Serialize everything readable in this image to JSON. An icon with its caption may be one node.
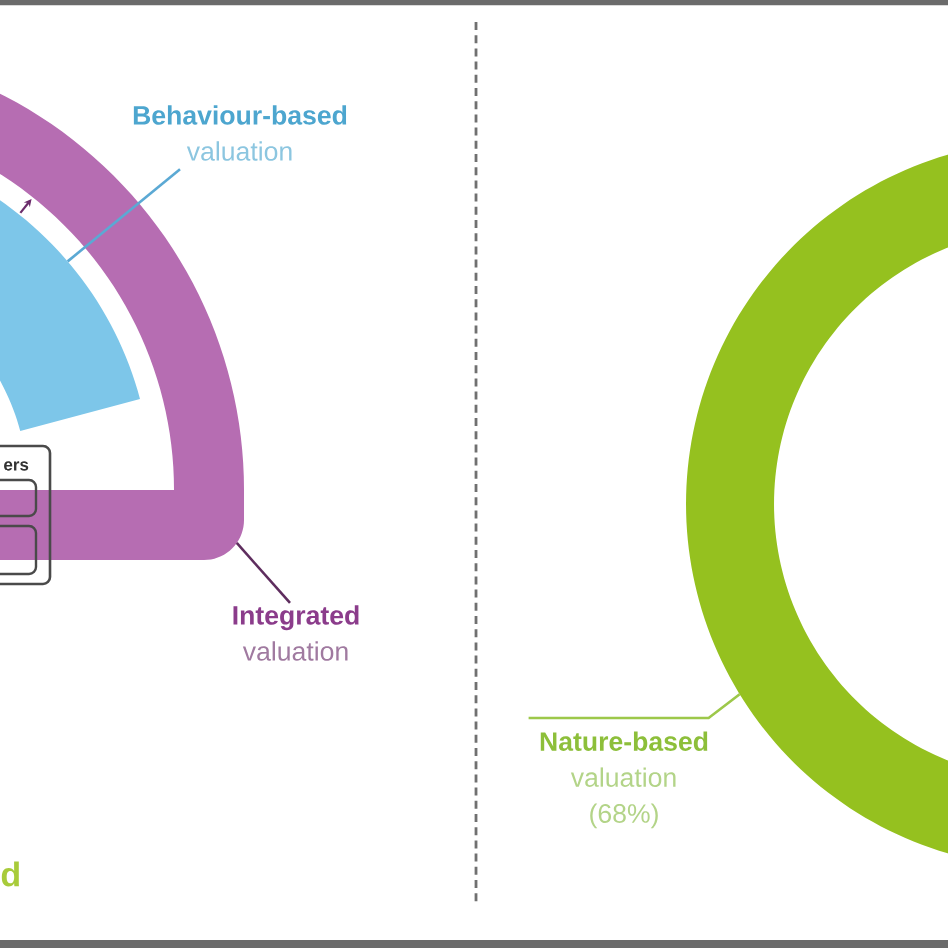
{
  "diagram": {
    "nodes": [
      {
        "text": [],
        "shape": "band"
      },
      {
        "text": [],
        "shape": "sector"
      },
      {
        "text": [
          "Behaviour-based",
          "valuation"
        ]
      },
      {
        "text": [
          "ers"
        ]
      },
      {
        "text": [],
        "shape": "box",
        "in": 3
      },
      {
        "text": [],
        "shape": "box",
        "in": 3
      },
      {
        "text": [
          "Integrated",
          "valuation"
        ]
      },
      {
        "text": [],
        "shape": "ring"
      },
      {
        "text": [
          "Nature-based",
          "valuation (68%)"
        ]
      }
    ],
    "edges": [
      {
        "from": 2,
        "to": 1,
        "arrow": "none",
        "color": "#5ba9d4"
      },
      {
        "from": 6,
        "to": 0,
        "arrow": "none",
        "color": "#5e2d5e"
      },
      {
        "from": 8,
        "to": 7,
        "arrow": "none",
        "color": "#9dc84a"
      },
      {
        "from": 1,
        "to": 0,
        "arrow": "to",
        "color": "#6b2c6b"
      }
    ],
    "labels": [
      "d"
    ]
  }
}
